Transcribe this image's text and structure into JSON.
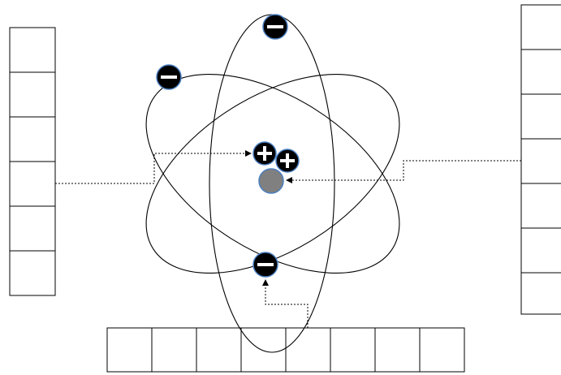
{
  "diagram": {
    "subject": "atom-labeling-worksheet",
    "colors": {
      "line": "#000000",
      "box_fill": "#ffffff",
      "neutron": "#808080",
      "particle": "#000000",
      "particle_outline": "#4a7fc0"
    },
    "label_boxes": {
      "left_column": {
        "cells": 6,
        "text": [
          "",
          "",
          "",
          "",
          "",
          ""
        ]
      },
      "right_column": {
        "cells": 7,
        "text": [
          "",
          "",
          "",
          "",
          "",
          "",
          ""
        ]
      },
      "bottom_row": {
        "cells": 8,
        "text": [
          "",
          "",
          "",
          "",
          "",
          "",
          "",
          ""
        ]
      }
    },
    "nucleus": {
      "protons": 2,
      "neutrons": 1
    },
    "electrons": 3,
    "orbits": 3,
    "pointers": [
      {
        "from": "left_column",
        "to": "proton"
      },
      {
        "from": "right_column",
        "to": "neutron"
      },
      {
        "from": "bottom_row",
        "to": "electron"
      }
    ]
  }
}
